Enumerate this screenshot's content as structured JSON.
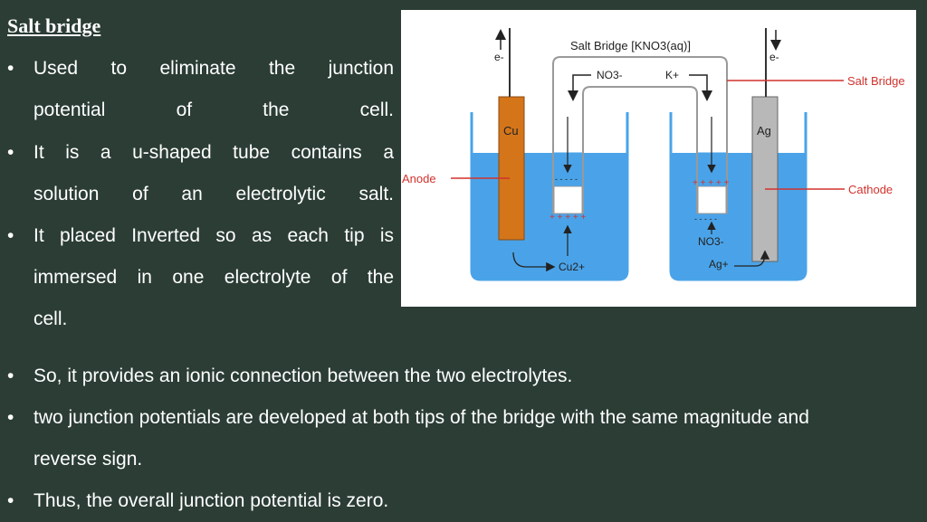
{
  "slide": {
    "title": "Salt bridge",
    "bullets_top": [
      {
        "lines": [
          "Used to eliminate the junction",
          "potential of the cell."
        ]
      },
      {
        "lines": [
          "It is a u-shaped tube contains a",
          "solution of an electrolytic salt."
        ]
      },
      {
        "lines": [
          "It placed Inverted so as each tip is",
          "immersed in one electrolyte of the",
          "cell."
        ]
      }
    ],
    "bullets_bottom": [
      {
        "lines": [
          "So, it provides an ionic connection between the two electrolytes."
        ]
      },
      {
        "lines": [
          "two junction potentials are developed at both tips of the bridge with the same magnitude and",
          "reverse sign."
        ]
      },
      {
        "lines": [
          "Thus, the overall junction potential is zero."
        ]
      }
    ],
    "bullet_char": "•"
  },
  "diagram": {
    "salt_bridge_title": "Salt Bridge [KNO3(aq)]",
    "electron_left": "e-",
    "electron_right": "e-",
    "ion_no3_top": "NO3-",
    "ion_k_top": "K+",
    "label_salt_bridge": "Salt Bridge",
    "label_anode": "Anode",
    "label_cathode": "Cathode",
    "electrode_left": "Cu",
    "electrode_right": "Ag",
    "ion_cu": "Cu2+",
    "ion_no3_bottom": "NO3-",
    "ion_ag": "Ag+",
    "plus_signs": "+ + + + +",
    "minus_signs": "- - - - -"
  },
  "colors": {
    "background": "#2b3d35",
    "solution": "#4aa3e8",
    "copper": "#d4751a",
    "silver": "#b8b8b8",
    "label_red": "#d2322d"
  }
}
